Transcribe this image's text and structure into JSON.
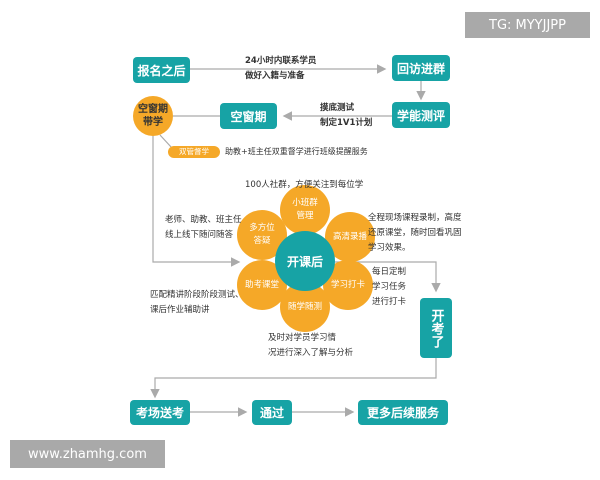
{
  "watermark_top": "TG: MYYJJPP",
  "watermark_bottom": "www.zhamhg.com",
  "colors": {
    "teal": "#17a3a5",
    "orange": "#f5a828",
    "line": "#aaaaaa"
  },
  "nodes": {
    "signup": "报名之后",
    "revisit": "回访进群",
    "assess": "学能测评",
    "gap": "空窗期",
    "gap_study": "空窗期带学",
    "after_class": "开课后",
    "exam": "开考了",
    "escort": "考场送考",
    "pass": "通过",
    "more": "更多后续服务"
  },
  "edge_labels": {
    "signup_revisit": [
      "24小时内联系学员",
      "做好入籍与准备"
    ],
    "assess_gap": [
      "摸底测试",
      "制定1V1计划"
    ]
  },
  "dual_supervise": {
    "tag": "双管督学",
    "text": "助教+班主任双重督学进行班级提醒服务"
  },
  "petals": [
    {
      "label": "小班群管理",
      "desc": [
        "100人社群，方便关注到每位学"
      ]
    },
    {
      "label": "高清录播",
      "desc": [
        "全程现场课程录制，高度",
        "还原课堂，随时回看巩固",
        "学习效果。"
      ]
    },
    {
      "label": "学习打卡",
      "desc": [
        "每日定制",
        "学习任务",
        "进行打卡"
      ]
    },
    {
      "label": "随学随测",
      "desc": [
        "及时对学员学习情",
        "况进行深入了解与分析"
      ]
    },
    {
      "label": "助考课堂",
      "desc": [
        "匹配精讲阶段阶段测试、",
        "课后作业辅助讲"
      ]
    },
    {
      "label": "多方位答疑",
      "desc": [
        "老师、助教、班主任",
        "线上线下随问随答"
      ]
    }
  ]
}
